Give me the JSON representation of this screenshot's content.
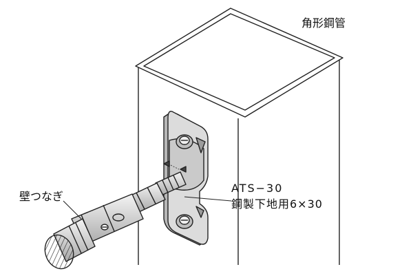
{
  "labels": {
    "steel_tube": "角形鋼管",
    "model_code": "ATS−30",
    "model_spec": "鋼製下地用6×30",
    "wall_tie": "壁つなぎ"
  },
  "colors": {
    "line": "#222222",
    "bracket_fill": "#d8d8d8",
    "background": "#ffffff"
  }
}
